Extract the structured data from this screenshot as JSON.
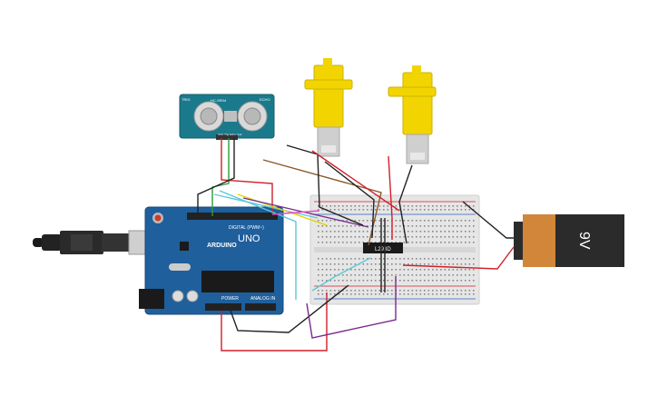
{
  "arduino": {
    "logo": "ARDUINO",
    "model": "UNO",
    "label_digital": "DIGITAL (PWM~)",
    "label_power": "POWER",
    "label_analog": "ANALOG IN"
  },
  "sensor": {
    "model": "HC-SR04",
    "pins_label": "VCC Trig Echo Gnd",
    "side_left": "TRIG",
    "side_right": "ECHO"
  },
  "driver": {
    "label": "L293D"
  },
  "battery": {
    "label": "9V"
  },
  "colors": {
    "arduino_board": "#1f5f9c",
    "motor_body": "#f2d500",
    "battery_body": "#d2863a",
    "battery_cap": "#2b2b2b",
    "sensor_board": "#1a7a8c",
    "breadboard": "#e6e6e6",
    "wire_red": "#d0202a",
    "wire_black": "#222222",
    "wire_brown": "#8a5a2b",
    "wire_cyan": "#5ec8d6",
    "wire_yellow": "#e5d000",
    "wire_purple": "#7a2b8e",
    "wire_green": "#2f9a3a",
    "wire_pink": "#e050c0"
  },
  "icons": {
    "usb_cable": "usb-cable-icon",
    "sensor": "ultrasonic-sensor-icon",
    "motor": "gear-motor-icon",
    "battery": "battery-icon"
  }
}
